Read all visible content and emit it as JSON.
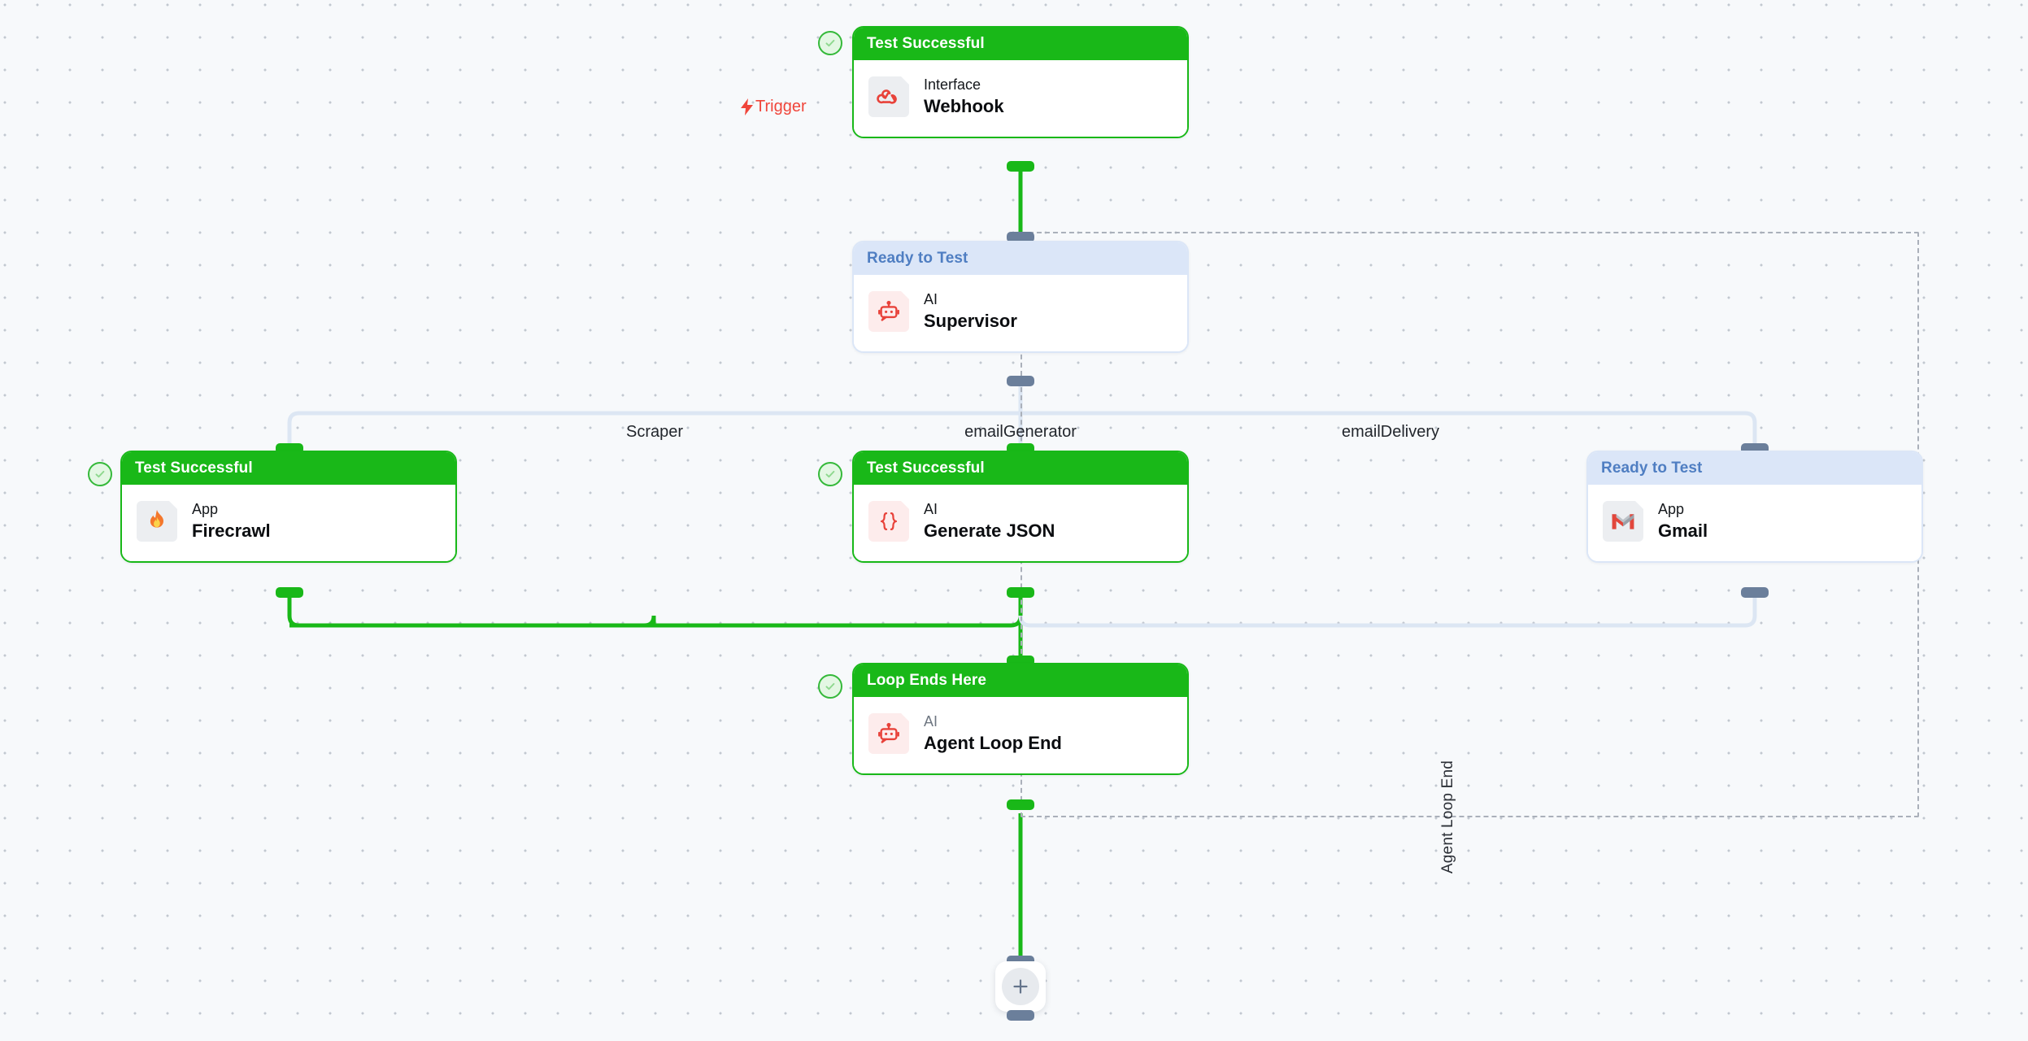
{
  "canvas": {
    "background": "#f7f9fb",
    "grid_dot_color": "#c2c8d0",
    "accent_success": "#19b818",
    "accent_ready_bg": "#dbe6f8",
    "accent_ready_text": "#4f7ec2",
    "accent_trigger": "#f0453a",
    "handle_slate": "#6b7f9b"
  },
  "trigger": {
    "label": "Trigger",
    "icon": "lightning-bolt-icon"
  },
  "loop": {
    "label": "Agent Loop End",
    "border_color": "#aab0ba"
  },
  "branch_labels": [
    {
      "name": "Scraper"
    },
    {
      "name": "emailGenerator"
    },
    {
      "name": "emailDelivery"
    }
  ],
  "nodes": [
    {
      "id": "webhook",
      "status": "Test Successful",
      "state": "success",
      "kicker": "Interface",
      "title": "Webhook",
      "icon": "webhook-icon",
      "icon_tint": "grey",
      "has_check": true
    },
    {
      "id": "supervisor",
      "status": "Ready to Test",
      "state": "ready",
      "kicker": "AI",
      "title": "Supervisor",
      "icon": "robot-icon",
      "icon_tint": "red",
      "has_check": false
    },
    {
      "id": "firecrawl",
      "status": "Test Successful",
      "state": "success",
      "kicker": "App",
      "title": "Firecrawl",
      "icon": "flame-icon",
      "icon_tint": "grey",
      "has_check": true
    },
    {
      "id": "generate-json",
      "status": "Test Successful",
      "state": "success",
      "kicker": "AI",
      "title": "Generate JSON",
      "icon": "curly-braces-icon",
      "icon_tint": "red",
      "has_check": true
    },
    {
      "id": "gmail",
      "status": "Ready to Test",
      "state": "ready",
      "kicker": "App",
      "title": "Gmail",
      "icon": "gmail-icon",
      "icon_tint": "grey",
      "has_check": false
    },
    {
      "id": "agent-loop-end",
      "status": "Loop Ends Here",
      "state": "success",
      "kicker": "AI",
      "title": "Agent Loop End",
      "icon": "robot-icon",
      "icon_tint": "red",
      "has_check": true
    }
  ],
  "add_button": {
    "icon": "plus-icon",
    "label": "+"
  }
}
